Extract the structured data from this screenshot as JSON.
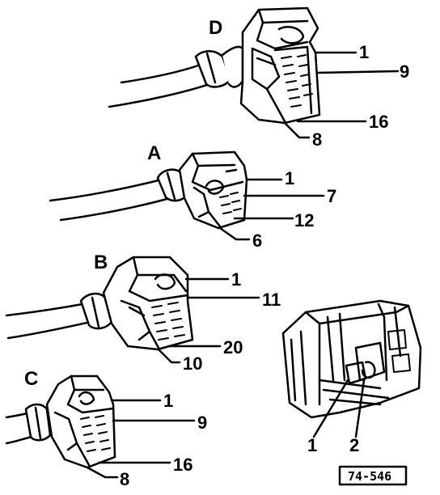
{
  "figure": {
    "reference": "74-546",
    "connectors": [
      {
        "id": "D",
        "pins": [
          "1",
          "9",
          "16",
          "8"
        ]
      },
      {
        "id": "A",
        "pins": [
          "1",
          "7",
          "12",
          "6"
        ]
      },
      {
        "id": "B",
        "pins": [
          "1",
          "11",
          "20",
          "10"
        ]
      },
      {
        "id": "C",
        "pins": [
          "1",
          "9",
          "16",
          "8"
        ]
      }
    ],
    "detail": {
      "labels": [
        "1",
        "2"
      ]
    }
  },
  "colors": {
    "ink": "#000000",
    "paper": "#ffffff"
  }
}
